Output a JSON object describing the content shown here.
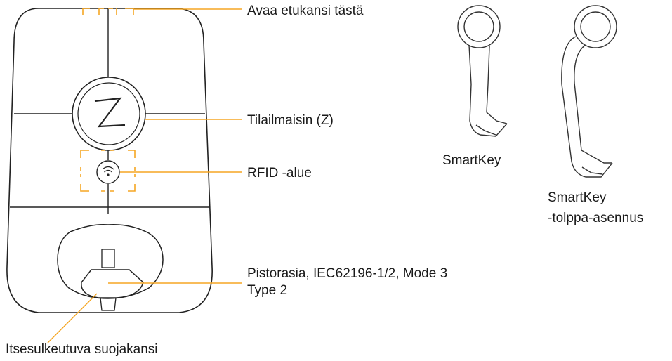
{
  "callouts": {
    "front_cover": "Avaa etukansi tästä",
    "status_light": "Tilailmaisin (Z)",
    "rfid": "RFID -alue",
    "socket": "Pistorasia, IEC62196-1/2, Mode 3 Type 2",
    "shutter": "Itsesulkeutuva suojakansi"
  },
  "keys": {
    "smartkey": "SmartKey",
    "post_key_line1": "SmartKey",
    "post_key_line2": "-tolppa-asennus"
  },
  "logo_letter": "Z",
  "colors": {
    "accent": "#F5A623",
    "outline": "#222222"
  }
}
